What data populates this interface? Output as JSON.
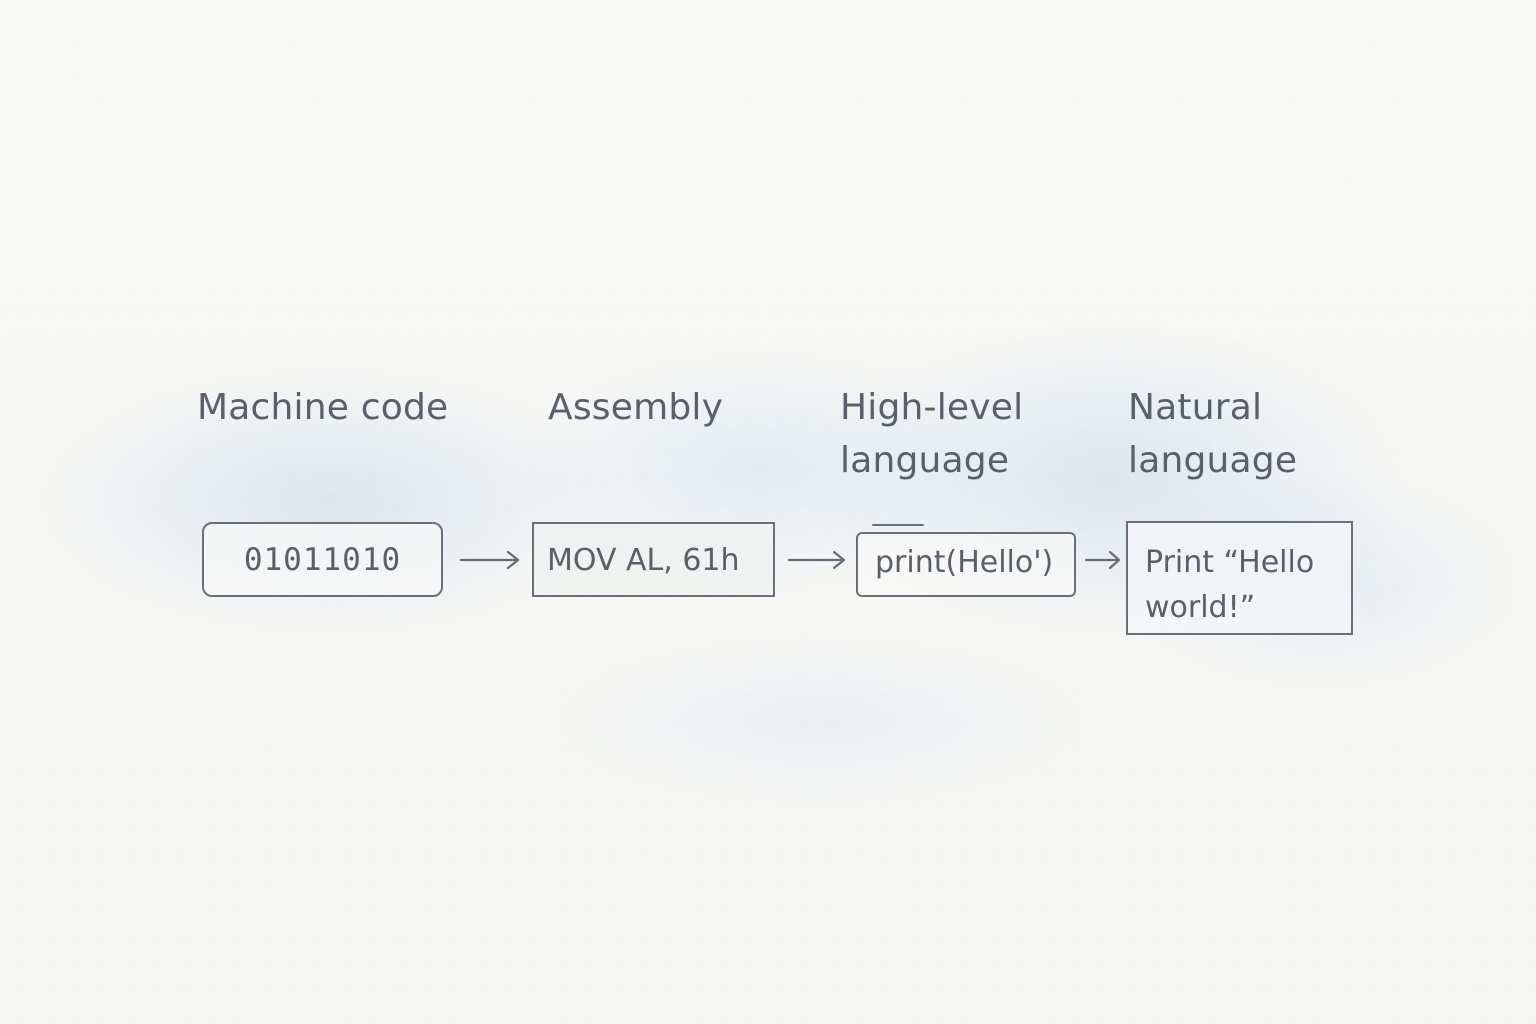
{
  "diagram": {
    "stages": [
      {
        "label": "Machine code",
        "content": "01011010"
      },
      {
        "label": "Assembly",
        "content": "MOV  AL, 61h"
      },
      {
        "label": "High-level\nlanguage",
        "content": "print(Hello')"
      },
      {
        "label": "Natural\nlanguage",
        "content": "Print “Hello\nworld!”"
      }
    ],
    "connector_icon": "right-arrow-icon"
  }
}
